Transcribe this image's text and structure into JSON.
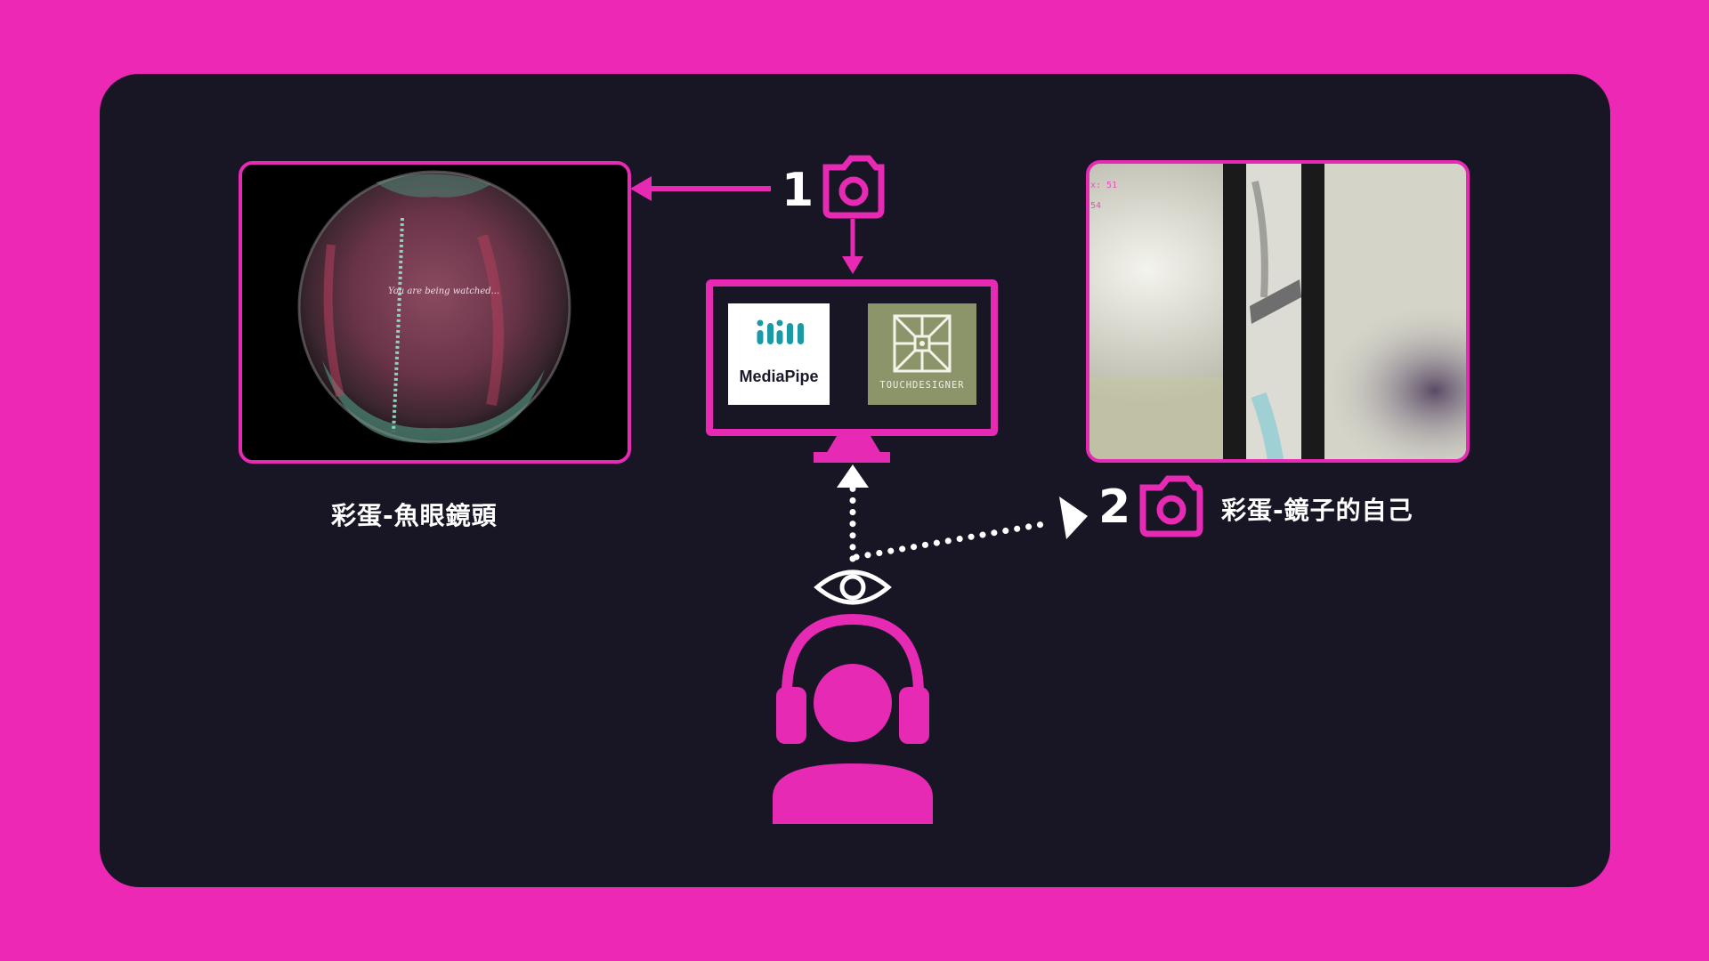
{
  "colors": {
    "background": "#ec28b4",
    "panel": "#181525",
    "accent": "#e62ab4",
    "arrow_white": "#ffffff"
  },
  "step1": {
    "number": "1",
    "icon": "camera-icon"
  },
  "step2": {
    "number": "2",
    "icon": "camera-icon"
  },
  "left_image": {
    "overlay_text": "You are being watched...",
    "caption": "彩蛋-魚眼鏡頭"
  },
  "right_image": {
    "hud_line1": "x: 51",
    "hud_line2": "54",
    "caption": "彩蛋-鏡子的自己"
  },
  "monitor": {
    "logo1": {
      "label": "MediaPipe",
      "icon": "mediapipe-logo"
    },
    "logo2": {
      "label": "TOUCHDESIGNER",
      "icon": "touchdesigner-logo"
    }
  },
  "user": {
    "eye_icon": "eye-icon",
    "person_icon": "headphones-person-icon"
  }
}
